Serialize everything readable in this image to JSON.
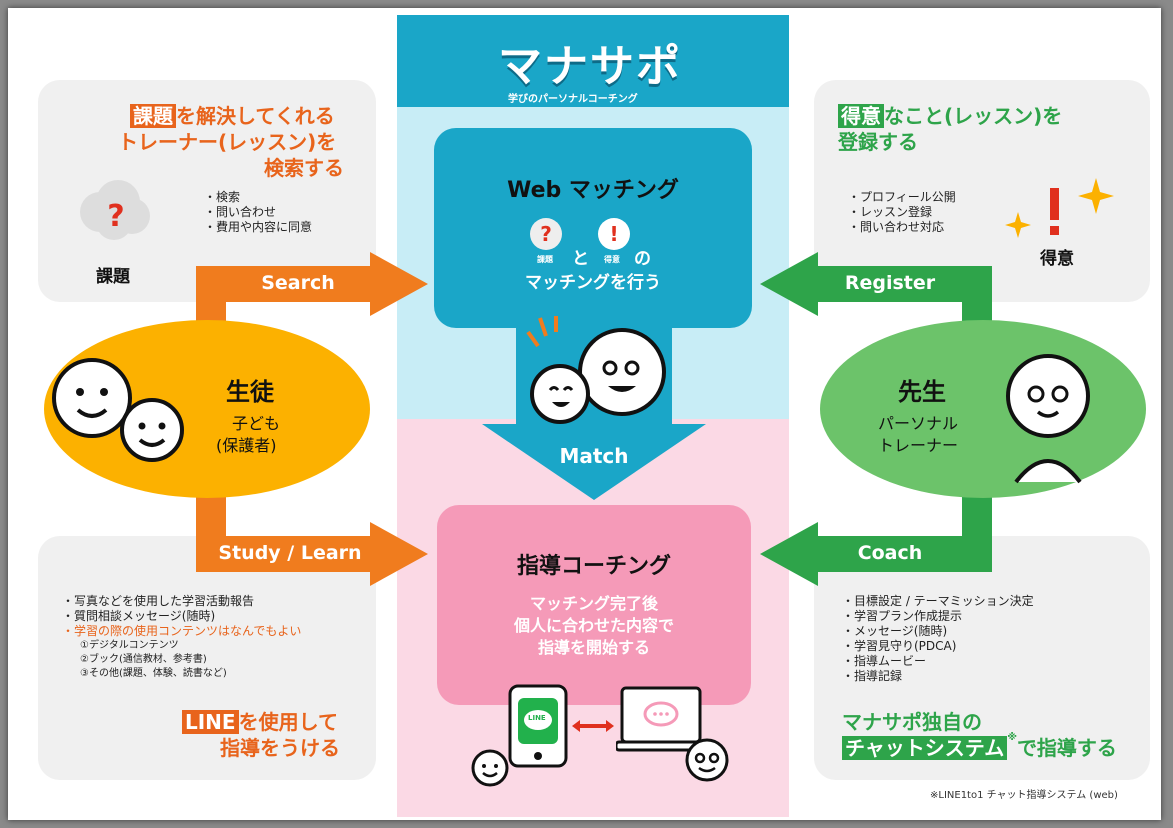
{
  "logo": {
    "title": "マナサポ",
    "subtitle": "学びのパーソナルコーチング"
  },
  "center_top": {
    "title": "Web マッチング",
    "line1_mid": "と",
    "line1_end": "の",
    "line2": "マッチングを行う",
    "badge_kadai": "課題",
    "badge_tokui": "得意"
  },
  "match_label": "Match",
  "center_bottom": {
    "title": "指導コーチング",
    "lines": [
      "マッチング完了後",
      "個人に合わせた内容で",
      "指導を開始する"
    ]
  },
  "left_top": {
    "heading_hl": "課題",
    "heading_rest": "を解決してくれる",
    "heading2": "トレーナー(レッスン)を",
    "heading3": "検索する",
    "items": [
      "・検索",
      "・問い合わせ",
      "・費用や内容に同意"
    ],
    "icon_label": "課題"
  },
  "right_top": {
    "heading_hl": "得意",
    "heading_rest": "なこと(レッスン)を",
    "heading2": "登録する",
    "items": [
      "・プロフィール公開",
      "・レッスン登録",
      "・問い合わせ対応"
    ],
    "icon_label": "得意"
  },
  "student": {
    "title": "生徒",
    "line1": "子ども",
    "line2": "(保護者)"
  },
  "teacher": {
    "title": "先生",
    "line1": "パーソナル",
    "line2": "トレーナー"
  },
  "arrows": {
    "search": "Search",
    "register": "Register",
    "study": "Study / Learn",
    "coach": "Coach"
  },
  "left_bottom": {
    "items": [
      "・写真などを使用した学習活動報告",
      "・質問相談メッセージ(随時)"
    ],
    "item_red": "・学習の際の使用コンテンツはなんでもよい",
    "subitems": [
      "①デジタルコンテンツ",
      "②ブック(通信教材、参考書)",
      "③その他(課題、体験、読書など)"
    ],
    "footer_hl": "LINE",
    "footer_rest": "を使用して",
    "footer2": "指導をうける"
  },
  "right_bottom": {
    "items": [
      "・目標設定 / テーマミッション決定",
      "・学習プラン作成提示",
      "・メッセージ(随時)",
      "・学習見守り(PDCA)",
      "・指導ムービー",
      "・指導記録"
    ],
    "footer1": "マナサポ独自の",
    "footer_hl": "チャットシステム",
    "footer_mark": "※",
    "footer_rest": "で指導する"
  },
  "devices": {
    "line_label": "LINE"
  },
  "footnote": "※LINE1to1 チャット指導システム (web)",
  "colors": {
    "orange": "#f07c1e",
    "yellow": "#fcb100",
    "green": "#2ea44a",
    "light_green": "#6cc36a",
    "teal": "#1aa6c8",
    "light_blue": "#c8edf6",
    "pink": "#f59ab8",
    "light_pink": "#fbd9e5"
  }
}
